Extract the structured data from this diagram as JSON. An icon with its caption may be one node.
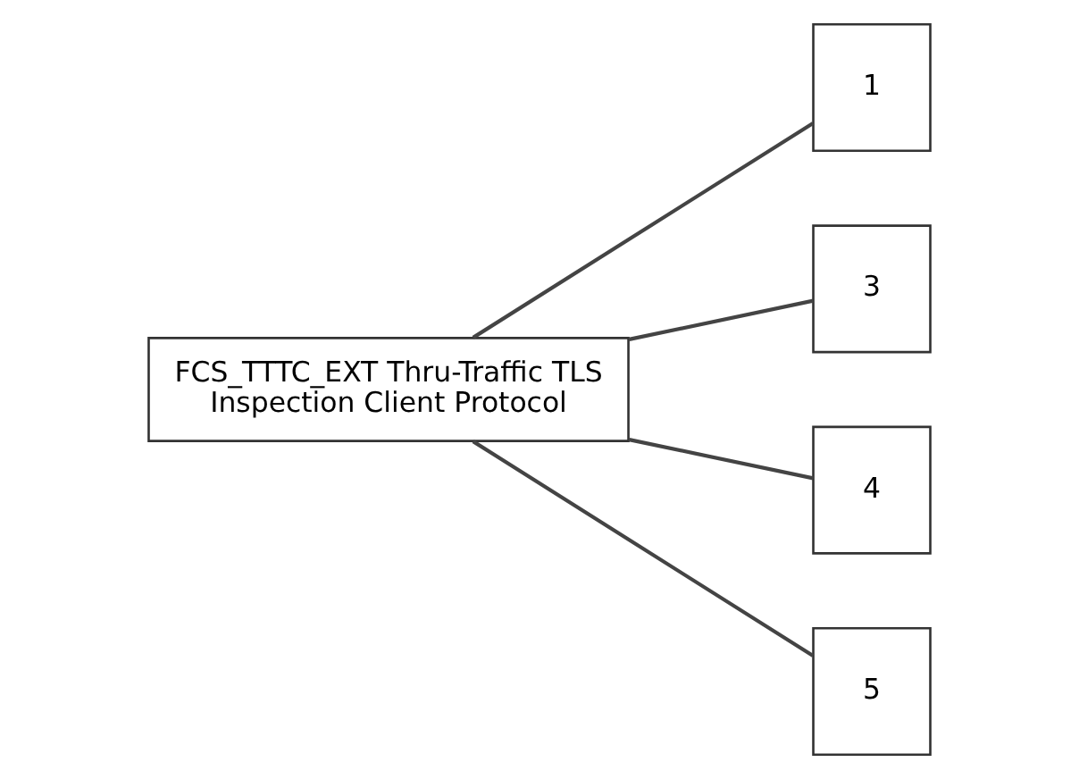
{
  "diagram": {
    "nodes": [
      {
        "text": [
          "FCS_TTTC_EXT Thru-Traffic TLS Inspection Client Protocol"
        ]
      },
      {
        "text": [
          "1"
        ]
      },
      {
        "text": [
          "3"
        ]
      },
      {
        "text": [
          "4"
        ]
      },
      {
        "text": [
          "5"
        ]
      }
    ],
    "edges": [
      {
        "from": 0,
        "to": 1,
        "arrow": "none"
      },
      {
        "from": 0,
        "to": 2,
        "arrow": "none"
      },
      {
        "from": 0,
        "to": 3,
        "arrow": "none"
      },
      {
        "from": 0,
        "to": 4,
        "arrow": "none"
      }
    ]
  }
}
